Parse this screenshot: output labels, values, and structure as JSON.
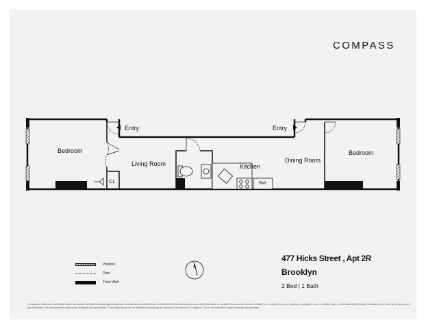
{
  "brand": {
    "logo_text": "COMPASS"
  },
  "floorplan": {
    "rooms": {
      "bedroom_left": "Bedroom",
      "living_room": "Living Room",
      "closet": "CL",
      "kitchen": "Kitchen",
      "refrigerator": "Ref",
      "dining_room": "Dining Room",
      "bedroom_right": "Bedroom"
    },
    "entries": {
      "left": "Entry",
      "right": "Entry"
    }
  },
  "listing": {
    "address": "477 Hicks Street , Apt 2R",
    "city": "Brooklyn",
    "specs": "2 Bed | 1 Bath"
  },
  "legend": {
    "window": "Window",
    "door": "Door",
    "thick_wall": "Thick Wall"
  },
  "compass_rose": {
    "north_label": "N"
  },
  "disclaimer": "Compass is a licensed real estate broker and abides by Equal Housing Opportunity laws. All material presented herein is intended for informational purposes only. Information is compiled from sources deemed reliable but is subject to errors, omissions, changes in price, condition, sale, or withdraw without notice. No statement is made as to accuracy of any description. All measurements and square footages are approximate. Exact dimensions can be obtained by retaining the services of an architect or engineer. This is not intended to solicit property already listed."
}
